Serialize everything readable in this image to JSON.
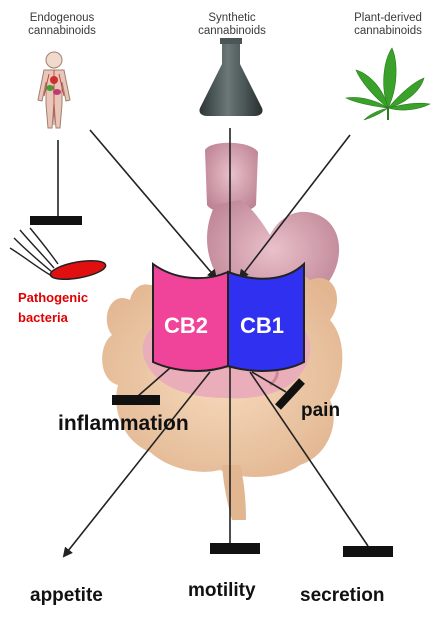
{
  "sources": {
    "endogenous": [
      "Endogenous",
      "cannabinoids"
    ],
    "synthetic": [
      "Synthetic",
      "cannabinoids"
    ],
    "plant": [
      "Plant-derived",
      "cannabinoids"
    ]
  },
  "bacteria": [
    "Pathogenic",
    "bacteria"
  ],
  "receptors": {
    "cb2": "CB2",
    "cb1": "CB1"
  },
  "effects": {
    "inflammation": "inflammation",
    "pain": "pain",
    "appetite": "appetite",
    "motility": "motility",
    "secretion": "secretion"
  },
  "colors": {
    "cb2": "#f0449a",
    "cb1": "#3030f0",
    "bacteria_text": "#e00000",
    "gut": "#cf93a4",
    "flask": "#404a4a",
    "leaf": "#3aa12a"
  },
  "icons": [
    "human-body-icon",
    "flask-icon",
    "cannabis-leaf-icon",
    "bacterium-icon"
  ]
}
